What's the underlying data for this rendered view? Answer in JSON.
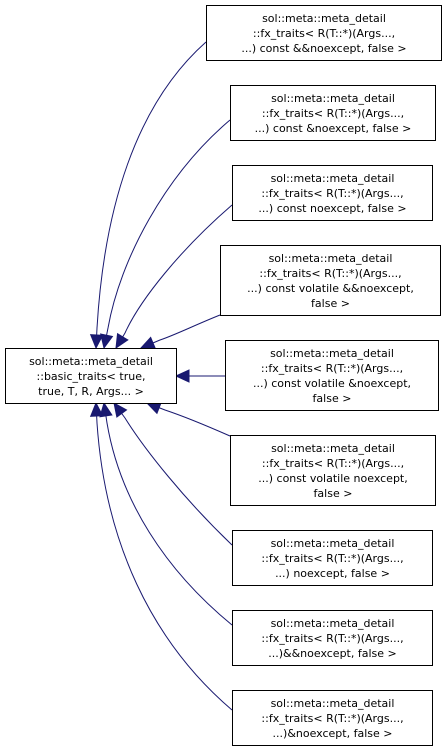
{
  "colors": {
    "edge": "#191970",
    "box_border": "#000000",
    "background": "#ffffff"
  },
  "base": {
    "lines": [
      "sol::meta::meta_detail",
      "::basic_traits< true,",
      "true, T, R, Args... >"
    ]
  },
  "derived": [
    {
      "lines": [
        "sol::meta::meta_detail",
        "::fx_traits< R(T::*)(Args...,",
        "...) const &&noexcept, false >"
      ]
    },
    {
      "lines": [
        "sol::meta::meta_detail",
        "::fx_traits< R(T::*)(Args...,",
        "...) const &noexcept, false >"
      ]
    },
    {
      "lines": [
        "sol::meta::meta_detail",
        "::fx_traits< R(T::*)(Args...,",
        "...) const noexcept, false >"
      ]
    },
    {
      "lines": [
        "sol::meta::meta_detail",
        "::fx_traits< R(T::*)(Args...,",
        "...) const volatile &&noexcept,",
        "false >"
      ]
    },
    {
      "lines": [
        "sol::meta::meta_detail",
        "::fx_traits< R(T::*)(Args...,",
        "...) const volatile &noexcept,",
        "false >"
      ]
    },
    {
      "lines": [
        "sol::meta::meta_detail",
        "::fx_traits< R(T::*)(Args...,",
        "...) const volatile noexcept,",
        "false >"
      ]
    },
    {
      "lines": [
        "sol::meta::meta_detail",
        "::fx_traits< R(T::*)(Args...,",
        "...) noexcept, false >"
      ]
    },
    {
      "lines": [
        "sol::meta::meta_detail",
        "::fx_traits< R(T::*)(Args...,",
        "...)&&noexcept, false >"
      ]
    },
    {
      "lines": [
        "sol::meta::meta_detail",
        "::fx_traits< R(T::*)(Args...,",
        "...)&noexcept, false >"
      ]
    }
  ]
}
